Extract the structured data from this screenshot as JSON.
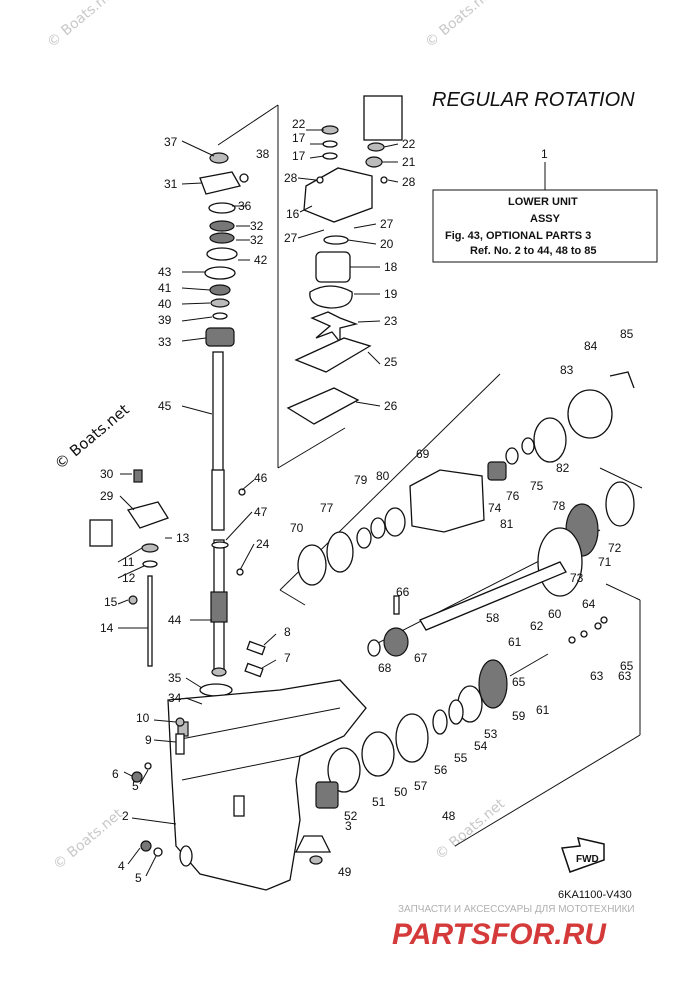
{
  "title": "REGULAR ROTATION",
  "info_box": {
    "ref": "1",
    "line1": "LOWER UNIT",
    "line2": "ASSY",
    "line3": "Fig. 43, OPTIONAL PARTS 3",
    "line4": "Ref. No. 2 to 44, 48 to 85"
  },
  "watermarks": {
    "left": "© Boats.net",
    "top_left": "© Boats.net",
    "top_right": "© Boats.net",
    "bottom_left": "© Boats.net",
    "bottom_right": "© Boats.net"
  },
  "fwd_label": "FWD",
  "diagram_code": "6KA1100-V430",
  "footer": {
    "tagline": "ЗАПЧАСТИ И АКСЕССУАРЫ ДЛЯ МОТОТЕХНИКИ",
    "brand": "PARTSFOR.RU"
  },
  "callouts": [
    "2",
    "3",
    "4",
    "5",
    "5",
    "6",
    "7",
    "8",
    "9",
    "10",
    "11",
    "12",
    "13",
    "14",
    "15",
    "16",
    "17",
    "17",
    "18",
    "19",
    "20",
    "21",
    "22",
    "22",
    "23",
    "24",
    "25",
    "26",
    "27",
    "27",
    "28",
    "28",
    "29",
    "30",
    "31",
    "32",
    "32",
    "33",
    "34",
    "35",
    "36",
    "37",
    "38",
    "39",
    "40",
    "41",
    "42",
    "43",
    "44",
    "45",
    "46",
    "47",
    "48",
    "49",
    "50",
    "51",
    "52",
    "53",
    "54",
    "55",
    "56",
    "57",
    "58",
    "59",
    "60",
    "61",
    "61",
    "62",
    "63",
    "63",
    "64",
    "65",
    "65",
    "66",
    "67",
    "68",
    "69",
    "70",
    "71",
    "72",
    "73",
    "74",
    "75",
    "76",
    "77",
    "78",
    "79",
    "80",
    "81",
    "82",
    "83",
    "84",
    "85"
  ]
}
